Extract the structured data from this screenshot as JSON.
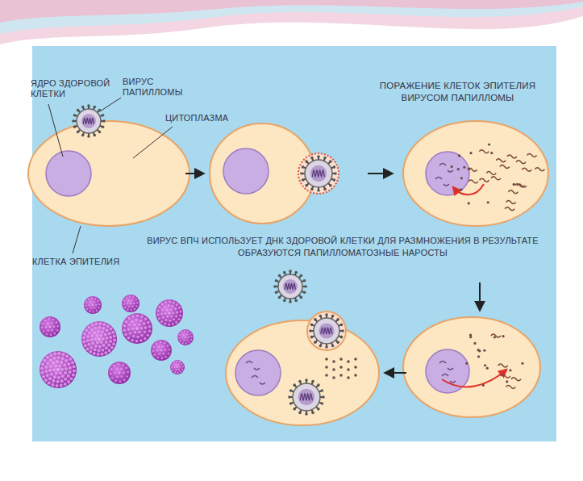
{
  "diagram": {
    "title": "ПОРАЖЕНИЕ КЛЕТОК ЭПИТЕЛИЯ ВИРУСОМ ПАПИЛЛОМЫ",
    "caption": "ВИРУС ВПЧ ИСПОЛЬЗУЕТ ДНК ЗДОРОВОЙ КЛЕТКИ ДЛЯ РАЗМНОЖЕНИЯ В РЕЗУЛЬТАТЕ ОБРАЗУЮТСЯ ПАПИЛЛОМАТОЗНЫЕ НАРОСТЫ",
    "labels": [
      "ЯДРО ЗДОРОВОЙ КЛЕТКИ",
      "ВИРУС ПАПИЛЛОМЫ",
      "ЦИТОПЛАЗМА",
      "КЛЕТКА ЭПИТЕЛИЯ"
    ]
  }
}
